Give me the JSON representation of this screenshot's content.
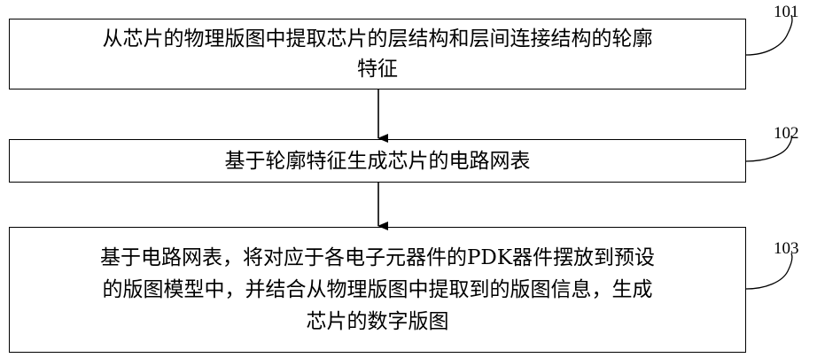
{
  "steps": [
    {
      "id": "101",
      "lines": [
        "从芯片的物理版图中提取芯片的层结构和层间连接结构的轮廓",
        "特征"
      ]
    },
    {
      "id": "102",
      "lines": [
        "基于轮廓特征生成芯片的电路网表"
      ]
    },
    {
      "id": "103",
      "lines": [
        "基于电路网表，将对应于各电子元器件的PDK器件摆放到预设",
        "的版图模型中，并结合从物理版图中提取到的版图信息，生成",
        "芯片的数字版图"
      ]
    }
  ],
  "colors": {
    "line": "#000000",
    "background": "#ffffff",
    "text": "#000000"
  }
}
